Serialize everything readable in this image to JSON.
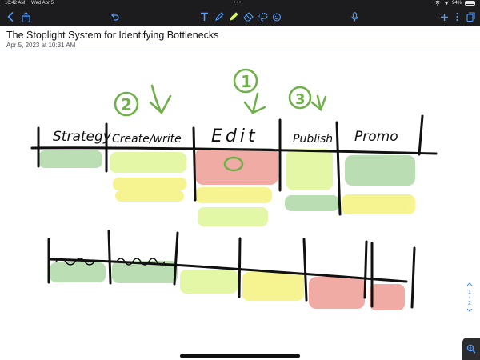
{
  "status_bar": {
    "time": "10:42 AM",
    "date": "Wed Apr 5",
    "battery": "94%"
  },
  "toolbar": {
    "tools": [
      "back-icon",
      "share-icon",
      "undo-icon",
      "text-tool-icon",
      "pen-icon",
      "highlighter-icon",
      "eraser-icon",
      "lasso-icon",
      "sticker-icon",
      "mic-icon",
      "add-icon",
      "more-icon",
      "pages-icon"
    ],
    "accent": "#4f9bff"
  },
  "note": {
    "title": "The Stoplight System for Identifying Bottlenecks",
    "date": "Apr 5, 2023 at 10:31 AM"
  },
  "board": {
    "columns": [
      "Strategy",
      "Create/write",
      "Edit",
      "Publish",
      "Promo"
    ],
    "priority_marks": [
      "2",
      "1",
      "3"
    ],
    "colors": {
      "green": "#b8dcb0",
      "lime": "#e3f7a2",
      "yellow": "#f5f48c",
      "red": "#f0a8a0",
      "ink_green": "#6fb04a"
    }
  },
  "page_indicator": {
    "current": "1",
    "separator": "/",
    "total": "2"
  }
}
